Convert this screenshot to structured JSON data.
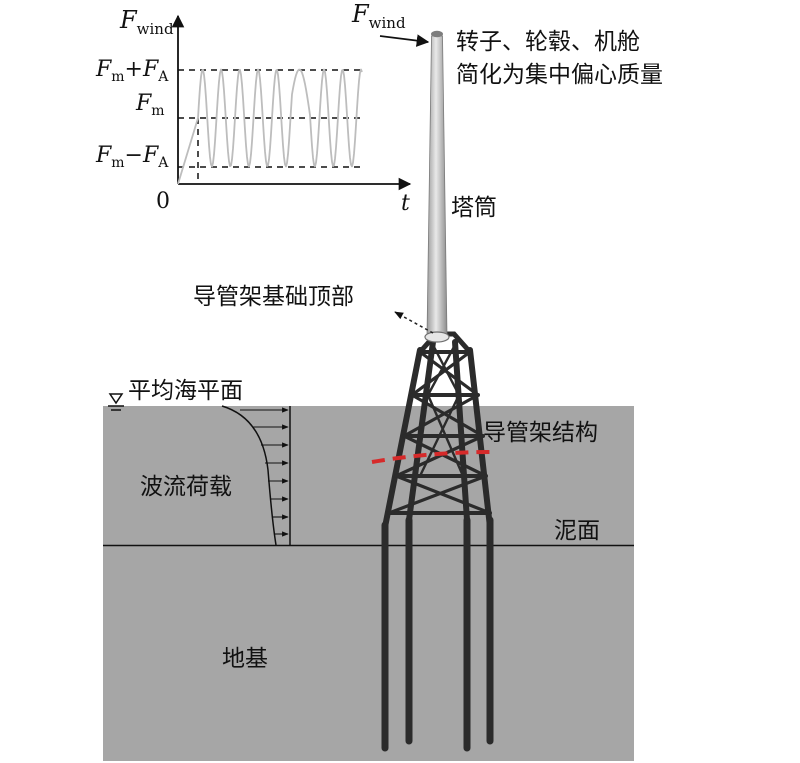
{
  "inset_chart": {
    "y_axis_symbol": "F",
    "y_axis_subscript": "wind",
    "x_axis_symbol": "t",
    "origin_label": "0",
    "levels": [
      {
        "main": "F",
        "sub": "m",
        "op": "+",
        "main2": "F",
        "sub2": "A"
      },
      {
        "main": "F",
        "sub": "m"
      },
      {
        "main": "F",
        "sub": "m",
        "op": "−",
        "main2": "F",
        "sub2": "A"
      }
    ]
  },
  "wind_label": {
    "symbol": "F",
    "subscript": "wind"
  },
  "annotations": {
    "rna_line1": "转子、轮毂、机舱",
    "rna_line2": "简化为集中偏心质量",
    "tower": "塔筒",
    "jacket_top": "导管架基础顶部",
    "msl": "平均海平面",
    "jacket_structure": "导管架结构",
    "wave_load": "波流荷载",
    "mudline": "泥面",
    "foundation": "地基"
  },
  "colors": {
    "water": "#a6a6a6",
    "soil": "#a6a6a6",
    "structure": "#2b2b2b",
    "signal": "#bdbdbd",
    "cut_line": "#d62a2a"
  }
}
